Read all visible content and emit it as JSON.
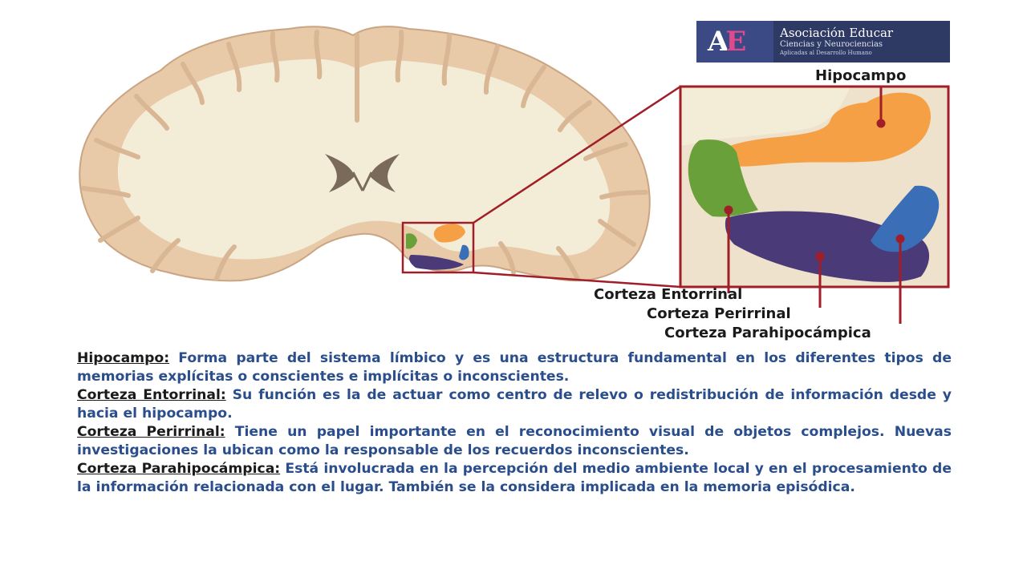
{
  "logo": {
    "mark_text": "AE",
    "title": "Asociación Educar",
    "subtitle": "Ciencias y Neurociencias",
    "tagline": "Aplicadas al Desarrollo Humano"
  },
  "labels": {
    "hipocampo": "Hipocampo",
    "entorrinal": "Corteza Entorrinal",
    "perirrinal": "Corteza Perirrinal",
    "parahipocampica": "Corteza Parahipocámpica"
  },
  "colors": {
    "hipocampo": "#f5a044",
    "entorrinal": "#6aa03a",
    "perirrinal": "#4a3a78",
    "parahipocampica": "#3a6fb8",
    "pointer": "#a01e28",
    "cortex": "#e8c9a8",
    "white_matter": "#f3ecd6",
    "body_text": "#2a4e8c"
  },
  "descriptions": [
    {
      "term": "Hipocampo:",
      "text": "Forma parte del sistema límbico y es una estructura fundamental en los diferentes tipos de memorias explícitas o conscientes e implícitas o inconscientes."
    },
    {
      "term": "Corteza Entorrinal:",
      "text": "Su función es la de actuar como centro de relevo o redistribución de información desde y hacia el hipocampo."
    },
    {
      "term": "Corteza Perirrinal:",
      "text": "Tiene un papel importante en el reconocimiento visual de objetos complejos. Nuevas investigaciones la ubican como la responsable de los recuerdos inconscientes."
    },
    {
      "term": "Corteza Parahipocámpica:",
      "text": "Está involucrada en la percepción del medio ambiente local y en el procesamiento de la información relacionada con el lugar. También se la considera implicada en la memoria episódica."
    }
  ]
}
